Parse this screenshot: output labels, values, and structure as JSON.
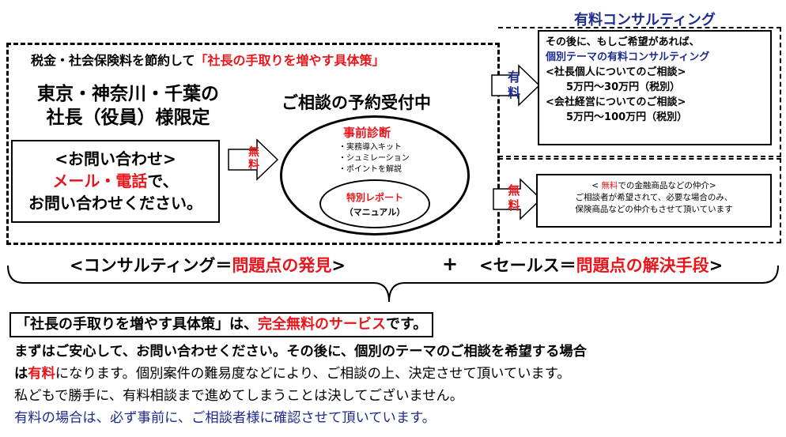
{
  "consult": {
    "title": "有料コンサルティング",
    "l1": "その後に、もしご希望があれば、",
    "l2": "個別テーマの有料コンサルティング",
    "l3": "<社長個人についてのご相談>",
    "l4": "5万円〜30万円（税別）",
    "l5": "<会社経営についてのご相談>",
    "l6": "5万円〜100万円（税別）"
  },
  "main": {
    "top_prefix": "税金・社会保険料を節約して",
    "top_red": "「社長の手取りを増やす具体策」",
    "region1": "東京・神奈川・千葉の",
    "region2": "社長（役員）様限定",
    "inq1": "<お問い合わせ>",
    "inq2_red": "メール・電話",
    "inq2_rest": "で、",
    "inq3": "お問い合わせください。",
    "reserve": "ご相談の予約受付中",
    "diag_title": "事前診断",
    "diag_items": [
      "・実務導入キット",
      "・シュミレーション",
      "・ポイントを解説"
    ],
    "report_title": "特別レポート",
    "report_sub": "（マニュアル）"
  },
  "arrows": {
    "free1": [
      "無",
      "料"
    ],
    "paid": [
      "有",
      "料"
    ],
    "free2": [
      "無",
      "料"
    ]
  },
  "agency": {
    "l1_prefix": "< ",
    "l1_red": "無料",
    "l1_rest": "での金融商品などの仲介>",
    "l2": "ご相談者が希望されて、必要な場合のみ、",
    "l3": "保険商品などの仲介もさせて頂いています"
  },
  "formula": {
    "left_prefix": "<コンサルティング＝",
    "left_red": "問題点の発見",
    "left_suffix": ">",
    "plus": "+",
    "right_prefix": "<セールス＝",
    "right_red": "問題点の解決手段",
    "right_suffix": ">"
  },
  "summary": {
    "box_prefix": "「社長の手取りを増やす具体策」は、",
    "box_red": "完全無料のサービス",
    "box_suffix": "です。",
    "p1a": "まずはご安心して、お問い合わせください。その後に、個別のテーマのご相談を希望する場合",
    "p2a": "は",
    "p2b": "有料",
    "p2c": "になります。個別案件の難易度などにより、ご相談の上、決定させて頂いています。",
    "p3": "私どもで勝手に、有料相談まで進めてしまうことは決してございません。",
    "p4": "有料の場合は、必ず事前に、ご相談者様に確認させて頂いています。"
  }
}
